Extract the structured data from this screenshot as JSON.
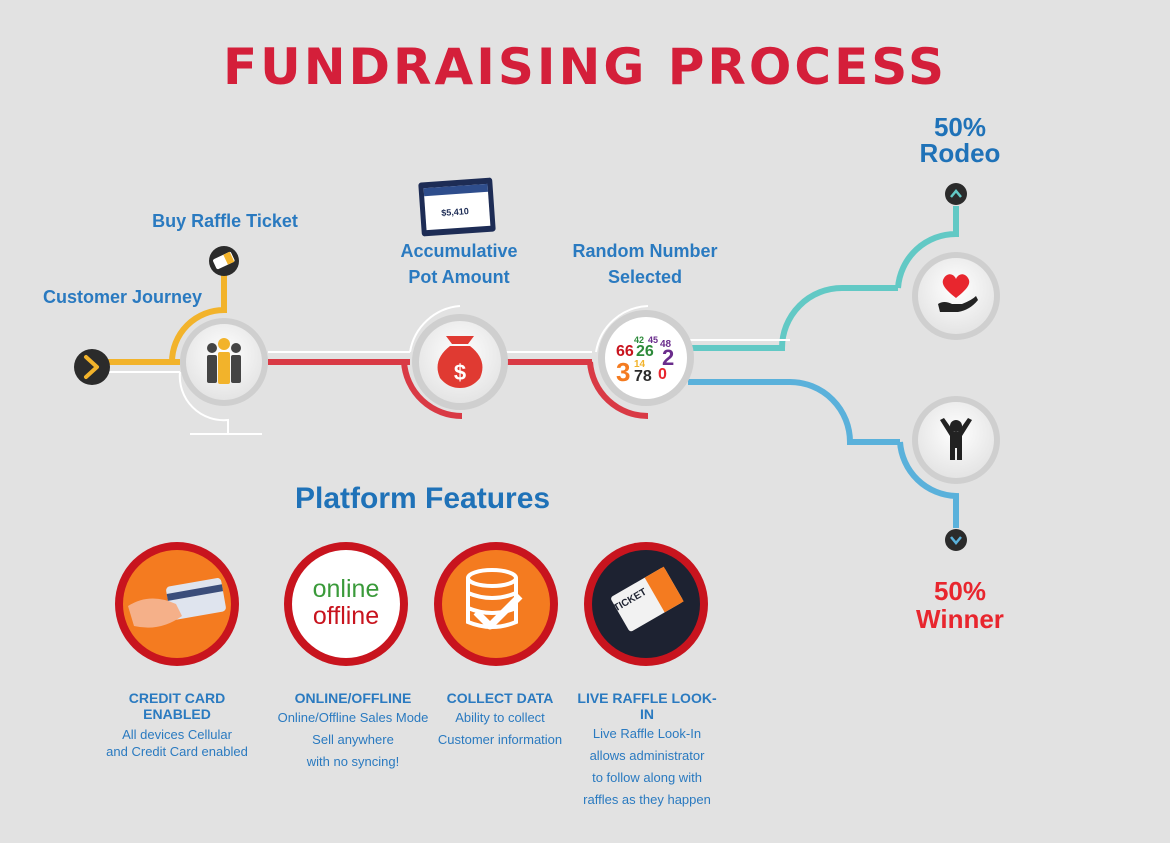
{
  "title": "FUNDRAISING PROCESS",
  "steps": {
    "customer_journey": "Customer Journey",
    "buy_ticket": "Buy Raffle Ticket",
    "pot_line1": "Accumulative",
    "pot_line2": "Pot Amount",
    "random_line1": "Random Number",
    "random_line2": "Selected"
  },
  "split": {
    "rodeo_pct": "50%",
    "rodeo_label": "Rodeo",
    "winner_pct": "50%",
    "winner_label": "Winner"
  },
  "scoreboard": {
    "amount": "$5,410"
  },
  "numbers_icon": [
    "66",
    "42",
    "45",
    "26",
    "48",
    "2",
    "3",
    "14",
    "78",
    "0"
  ],
  "features": {
    "heading": "Platform Features",
    "online_icon_line1": "online",
    "online_icon_line2": "offline",
    "items": [
      {
        "title": "CREDIT CARD ENABLED",
        "desc": [
          "All devices Cellular",
          "and Credit Card enabled"
        ]
      },
      {
        "title": "ONLINE/OFFLINE",
        "desc": [
          "Online/Offline Sales Mode",
          "Sell anywhere",
          "with no syncing!"
        ]
      },
      {
        "title": "COLLECT DATA",
        "desc": [
          "Ability to collect",
          "Customer information"
        ]
      },
      {
        "title": "LIVE RAFFLE LOOK-IN",
        "desc": [
          "Live Raffle Look-In",
          "allows administrator",
          "to follow along with",
          "raffles as they happen"
        ]
      }
    ],
    "ticket_word": "TICKET"
  },
  "colors": {
    "title_red": "#d41f3a",
    "label_blue": "#2a7ac0",
    "gold_line": "#f2b32b",
    "red_line": "#d93a45",
    "teal_line": "#62c9c5",
    "blue_line": "#5ab1db",
    "winner_red": "#e8262e",
    "feature_red": "#c8141e",
    "feature_orange": "#f47b20"
  },
  "icons": {
    "start": "chevron-right-icon",
    "ticket": "ticket-icon",
    "people": "people-icon",
    "money": "money-bag-icon",
    "numbers": "random-numbers-icon",
    "rodeo": "heart-hand-icon",
    "winner": "winner-person-icon",
    "up": "chevron-up-icon",
    "down": "chevron-down-icon"
  }
}
